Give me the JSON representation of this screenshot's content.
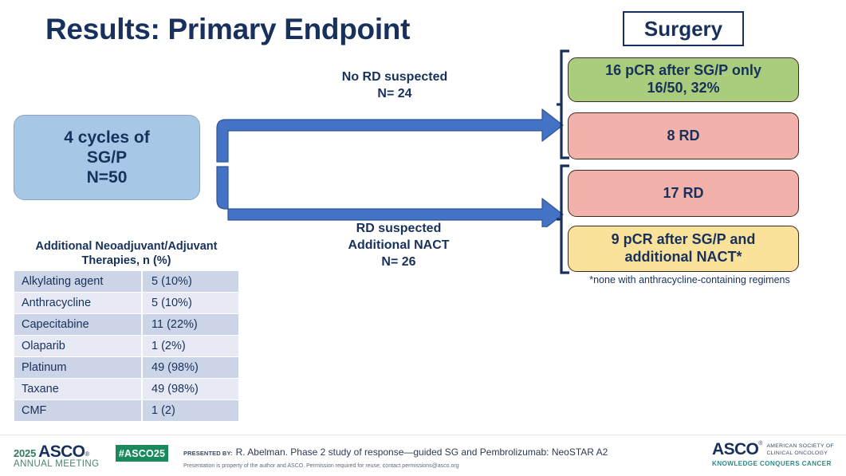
{
  "slide": {
    "title": "Results: Primary Endpoint"
  },
  "surgery_header": {
    "label": "Surgery"
  },
  "start_box": {
    "line1": "4 cycles of",
    "line2": "SG/P",
    "line3": "N=50"
  },
  "branches": {
    "upper": {
      "line1": "No RD suspected",
      "line2": "N= 24"
    },
    "lower": {
      "line1": "RD suspected",
      "line2": "Additional NACT",
      "line3": "N= 26"
    }
  },
  "outcomes": [
    {
      "name": "pcr-after-sgp-only",
      "line1": "16 pCR after SG/P only",
      "line2": "16/50, 32%",
      "color": "#a9cd7c"
    },
    {
      "name": "residual-disease-8",
      "line1": "8 RD",
      "line2": "",
      "color": "#f3b1ab"
    },
    {
      "name": "residual-disease-17",
      "line1": "17 RD",
      "line2": "",
      "color": "#f3b1ab"
    },
    {
      "name": "pcr-after-additional-nact",
      "line1": "9 pCR after SG/P and",
      "line2": "additional NACT*",
      "color": "#fbe29b"
    }
  ],
  "footnote": "*none with anthracycline-containing regimens",
  "therapies_table": {
    "caption_line1": "Additional Neoadjuvant/Adjuvant",
    "caption_line2": "Therapies, n (%)",
    "rows": [
      {
        "therapy": "Alkylating agent",
        "value": "5 (10%)"
      },
      {
        "therapy": "Anthracycline",
        "value": "5 (10%)"
      },
      {
        "therapy": "Capecitabine",
        "value": "11 (22%)"
      },
      {
        "therapy": "Olaparib",
        "value": "1 (2%)"
      },
      {
        "therapy": "Platinum",
        "value": "49 (98%)"
      },
      {
        "therapy": "Taxane",
        "value": "49 (98%)"
      },
      {
        "therapy": "CMF",
        "value": "1 (2)"
      }
    ]
  },
  "footer": {
    "meeting_year": "2025",
    "meeting_asco": "ASCO",
    "meeting_sub": "ANNUAL MEETING",
    "hashtag": "#ASCO25",
    "presented_by_tag": "PRESENTED BY:",
    "presented_by_text": "R. Abelman. Phase 2 study of response—guided SG and Pembrolizumab: NeoSTAR A2",
    "disclaimer": "Presentation is property of the author and ASCO. Permission required for reuse; contact permissions@asco.org",
    "corp_asco": "ASCO",
    "corp_sub_line1": "AMERICAN SOCIETY OF",
    "corp_sub_line2": "CLINICAL ONCOLOGY",
    "corp_tagline": "KNOWLEDGE CONQUERS CANCER"
  },
  "colors": {
    "navy": "#17315c",
    "arrow_blue": "#4472c4",
    "start_blue": "#a6c7e6",
    "green": "#a9cd7c",
    "pink": "#f3b1ab",
    "yellow": "#fbe29b",
    "badge_green": "#1a8a5c",
    "teal": "#2f8a86"
  }
}
